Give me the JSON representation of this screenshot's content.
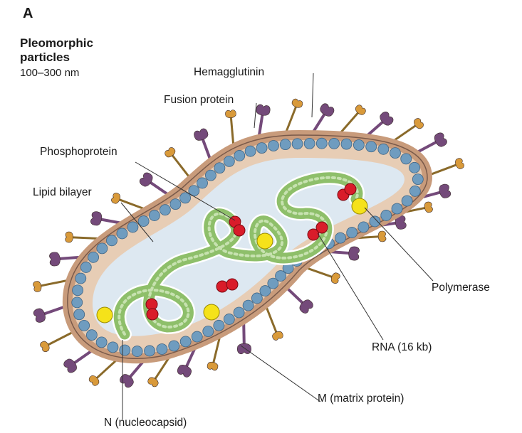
{
  "panel_letter": "A",
  "title_line1": "Pleomorphic",
  "title_line2": "particles",
  "size_range": "100–300 nm",
  "labels": {
    "hemagglutinin": "Hemagglutinin",
    "fusion_protein": "Fusion protein",
    "phosphoprotein": "Phosphoprotein",
    "lipid_bilayer": "Lipid bilayer",
    "polymerase": "Polymerase",
    "rna": "RNA  (16 kb)",
    "matrix_protein": "M (matrix protein)",
    "nucleocapsid": "N (nucleocapsid)"
  },
  "colors": {
    "envelope_outer": "#c89b7b",
    "envelope_inner": "#e7cdb5",
    "matrix_beads": "#6f9cbf",
    "interior": "#dde8f1",
    "nucleocapsid": "#8ebf6a",
    "phosphoprotein": "#d91c2a",
    "polymerase": "#f5e21a",
    "hemagglutinin": "#744a7a",
    "fusion_protein": "#d99a3a"
  }
}
